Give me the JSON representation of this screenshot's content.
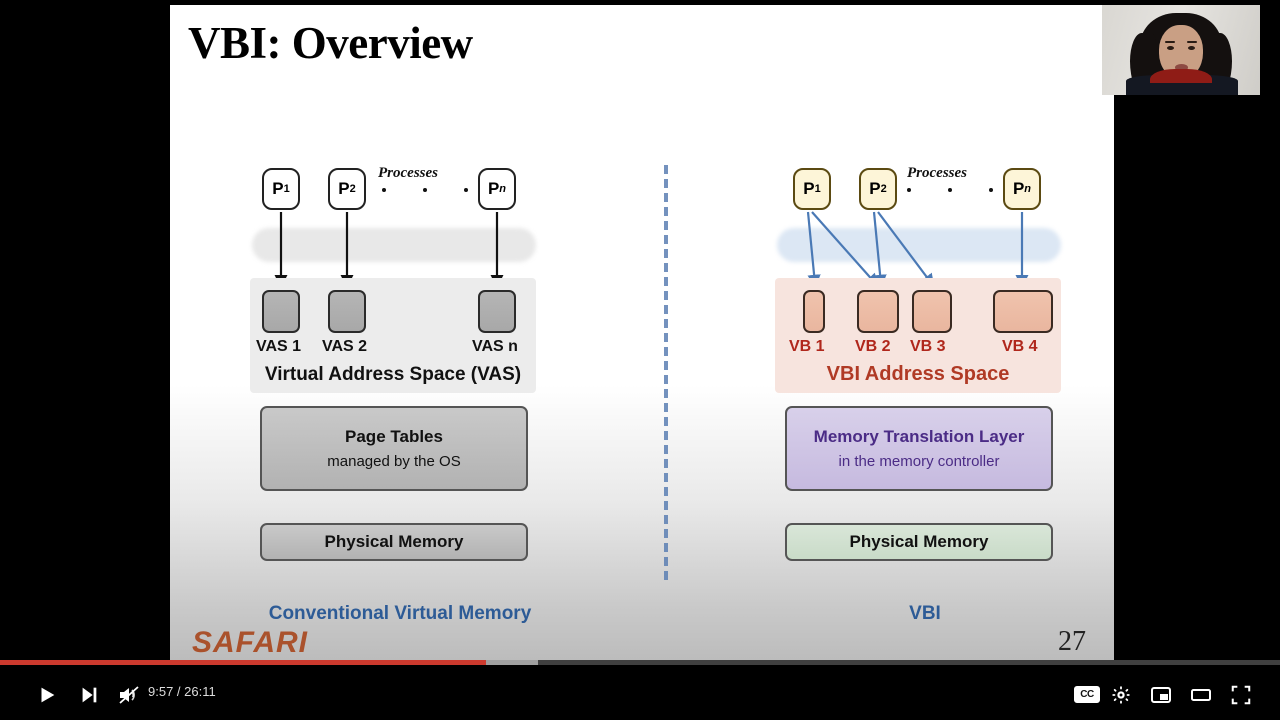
{
  "slide": {
    "title": "VBI: Overview",
    "page_number": "27",
    "watermark": "SAFARI",
    "left_panel": {
      "caption": "Conventional Virtual Memory",
      "processes_label": "Processes",
      "processes": [
        {
          "name": "P",
          "sub": "1",
          "italic_sub": false
        },
        {
          "name": "P",
          "sub": "2",
          "italic_sub": false
        },
        {
          "name": "P",
          "sub": "n",
          "italic_sub": true
        }
      ],
      "address_space_title": "Virtual Address Space (VAS)",
      "blocks": [
        {
          "label": "VAS 1"
        },
        {
          "label": "VAS 2"
        },
        {
          "label": "VAS n"
        }
      ],
      "translation_box": {
        "title": "Page Tables",
        "subtitle": "managed by the OS"
      },
      "memory_box": {
        "title": "Physical Memory"
      }
    },
    "right_panel": {
      "caption": "VBI",
      "processes_label": "Processes",
      "processes": [
        {
          "name": "P",
          "sub": "1",
          "italic_sub": false
        },
        {
          "name": "P",
          "sub": "2",
          "italic_sub": false
        },
        {
          "name": "P",
          "sub": "n",
          "italic_sub": true
        }
      ],
      "address_space_title": "VBI Address Space",
      "blocks": [
        {
          "label": "VB 1"
        },
        {
          "label": "VB 2"
        },
        {
          "label": "VB 3"
        },
        {
          "label": "VB 4"
        }
      ],
      "translation_box": {
        "title": "Memory Translation Layer",
        "subtitle": "in the memory controller"
      },
      "memory_box": {
        "title": "Physical Memory"
      }
    },
    "colors": {
      "vbi_accent": "#b03a25",
      "caption_blue": "#2d5b96",
      "mtl_purple": "#4b2c86",
      "arrow_blue": "#4a79b5",
      "divider_blue": "#5b7fb3"
    }
  },
  "player": {
    "current_time": "9:57",
    "total_time": "26:11",
    "time_display": "9:57 / 26:11",
    "progress_percent": 38,
    "buffer_percent": 42,
    "muted": true,
    "cc_label": "CC",
    "controls": {
      "play": "play-button",
      "next": "next-video-button",
      "volume": "volume-muted-button",
      "captions": "captions-button",
      "settings": "settings-gear-button",
      "miniplayer": "miniplayer-button",
      "theater": "theater-mode-button",
      "fullscreen": "fullscreen-button"
    }
  }
}
